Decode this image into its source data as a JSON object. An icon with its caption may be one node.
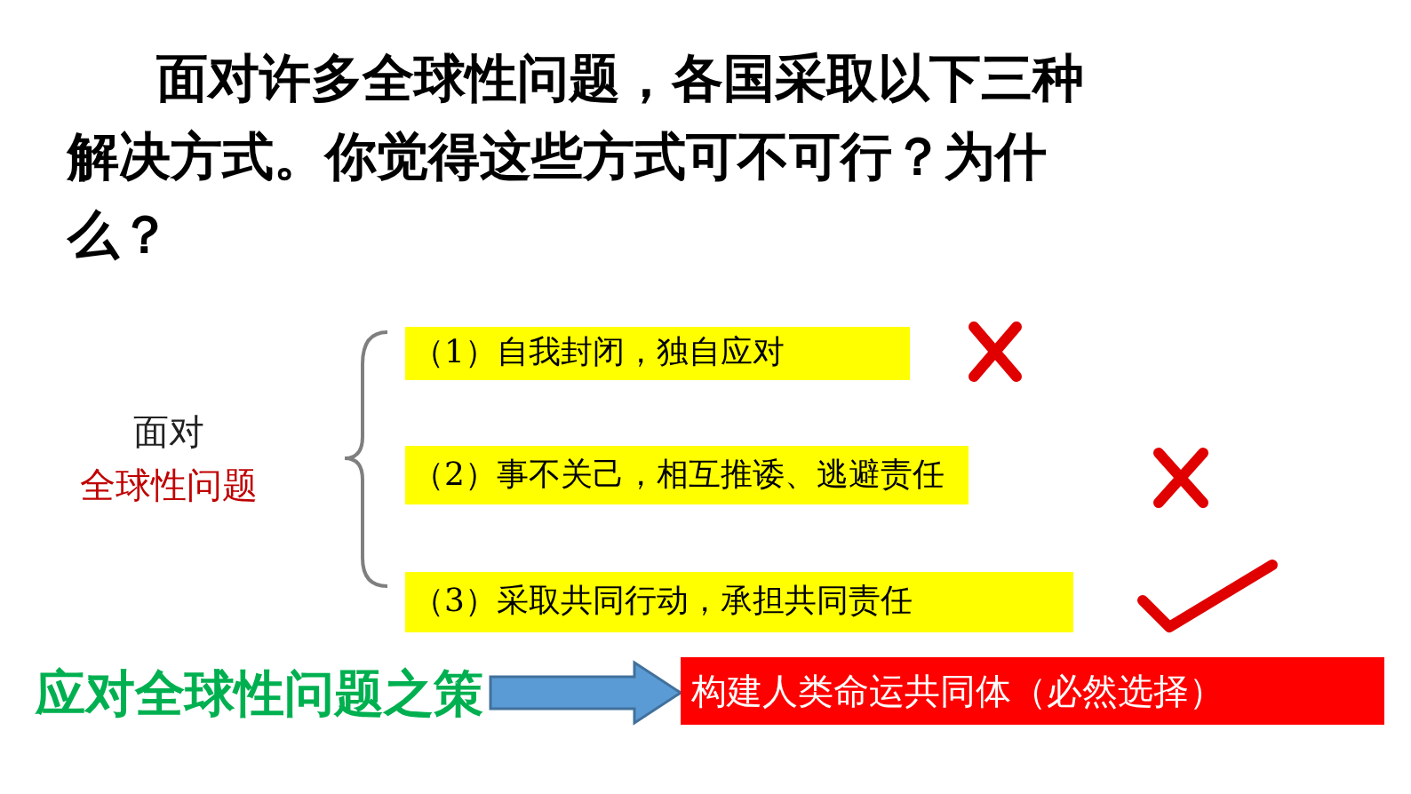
{
  "diagram": {
    "title": "面对许多全球性问题，各国采取以下三种解决方式。你觉得这些方式可不可行？为什么？",
    "nodes": [
      {
        "text": [
          "面对",
          "全球性问题"
        ]
      },
      {
        "text": [
          "（1）自我封闭，独自应对"
        ]
      },
      {
        "text": [
          "（2）事不关己，相互推诿、逃避责任"
        ]
      },
      {
        "text": [
          "（3）采取共同行动，承担共同责任"
        ]
      },
      {
        "text": [
          "应对全球性问题之策"
        ]
      },
      {
        "text": [
          "构建人类命运共同体（必然选择）"
        ]
      }
    ],
    "edges": [
      {
        "from": 4,
        "to": 5,
        "arrow": "to"
      }
    ]
  }
}
